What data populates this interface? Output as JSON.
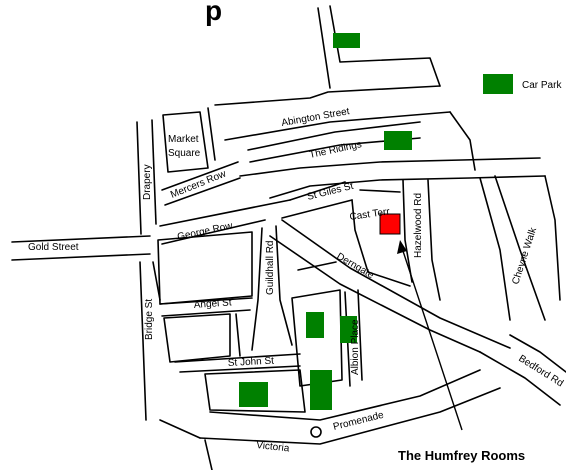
{
  "map": {
    "streets": {
      "gold_street": "Gold Street",
      "bridge_st": "Bridge St",
      "drapery": "Drapery",
      "market_square": "Market Square",
      "mercers_row": "Mercers Row",
      "george_row": "George Row",
      "abington_street": "Abington Street",
      "the_ridings": "The Ridings",
      "st_giles_st": "St Giles St",
      "castle_terr": "Cast Terr",
      "hazelwood_rd": "Hazelwood Rd",
      "cheyne_walk": "Cheyne Walk",
      "derngate": "Derngate",
      "guildhall_rd": "Guildhall Rd",
      "angel_st": "Angel St",
      "albion_place": "Albion Place",
      "st_john_st": "St John St",
      "victoria_promenade_1": "Victoria",
      "victoria_promenade_2": "Promenade",
      "bedford_rd": "Bedford Rd"
    },
    "legend": {
      "car_park_label": "Car Park",
      "car_park_color": "#008000"
    },
    "destination": {
      "label": "The Humfrey Rooms",
      "marker_color": "#ff0000"
    },
    "colors": {
      "car_park": "#008000",
      "destination": "#ff0000",
      "roads": "#000000"
    }
  }
}
